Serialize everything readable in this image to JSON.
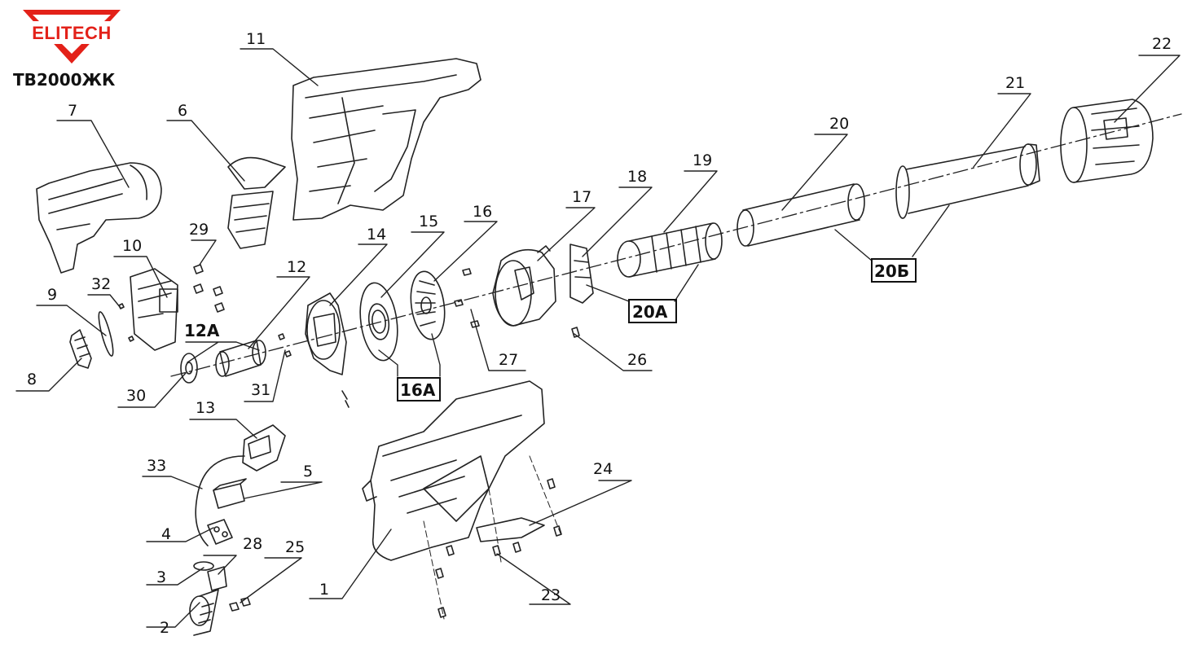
{
  "brand": {
    "name": "ELITECH",
    "model": "ТВ2000ЖК",
    "accent_color": "#e32119"
  },
  "callouts": [
    "1",
    "2",
    "3",
    "4",
    "5",
    "6",
    "7",
    "8",
    "9",
    "10",
    "11",
    "12",
    "12А",
    "13",
    "14",
    "15",
    "16",
    "16А",
    "17",
    "18",
    "19",
    "20",
    "20А",
    "20Б",
    "21",
    "22",
    "23",
    "24",
    "25",
    "26",
    "27",
    "28",
    "29",
    "30",
    "31",
    "32",
    "33"
  ]
}
